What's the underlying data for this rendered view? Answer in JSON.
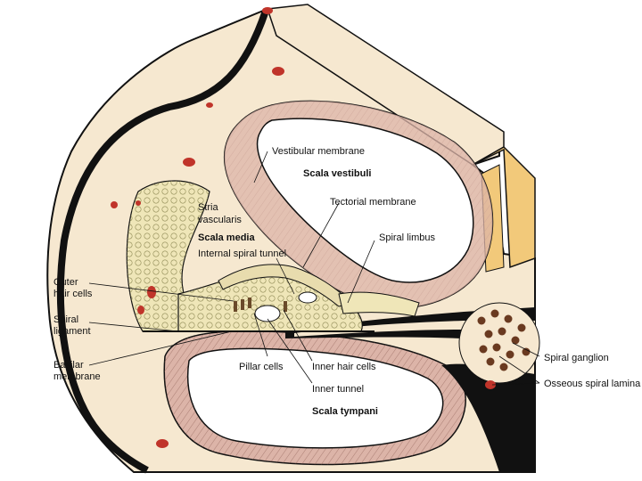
{
  "labels": {
    "vestibular_membrane": "Vestibular membrane",
    "scala_vestibuli": "Scala vestibuli",
    "tectorial_membrane": "Tectorial membrane",
    "stria_vascularis_1": "Stria",
    "stria_vascularis_2": "vascularis",
    "scala_media": "Scala media",
    "spiral_limbus": "Spiral limbus",
    "internal_spiral_tunnel": "Internal spiral tunnel",
    "outer_hair_cells_1": "Outer",
    "outer_hair_cells_2": "hair cells",
    "spiral_ligament_1": "Spiral",
    "spiral_ligament_2": "ligament",
    "basilar_membrane_1": "Basilar",
    "basilar_membrane_2": "membrane",
    "pillar_cells": "Pillar cells",
    "inner_hair_cells": "Inner hair cells",
    "inner_tunnel": "Inner tunnel",
    "scala_tympani": "Scala tympani",
    "spiral_ganglion": "Spiral ganglion",
    "osseous_spiral_lamina": "Osseous spiral lamina"
  },
  "colors": {
    "bone": "#f6e8d0",
    "outline": "#111111",
    "membrane": "#dcb4a8",
    "epithelium": "#efe6b8",
    "blood_vessel": "#c0342a",
    "block": "#f2c97a"
  }
}
